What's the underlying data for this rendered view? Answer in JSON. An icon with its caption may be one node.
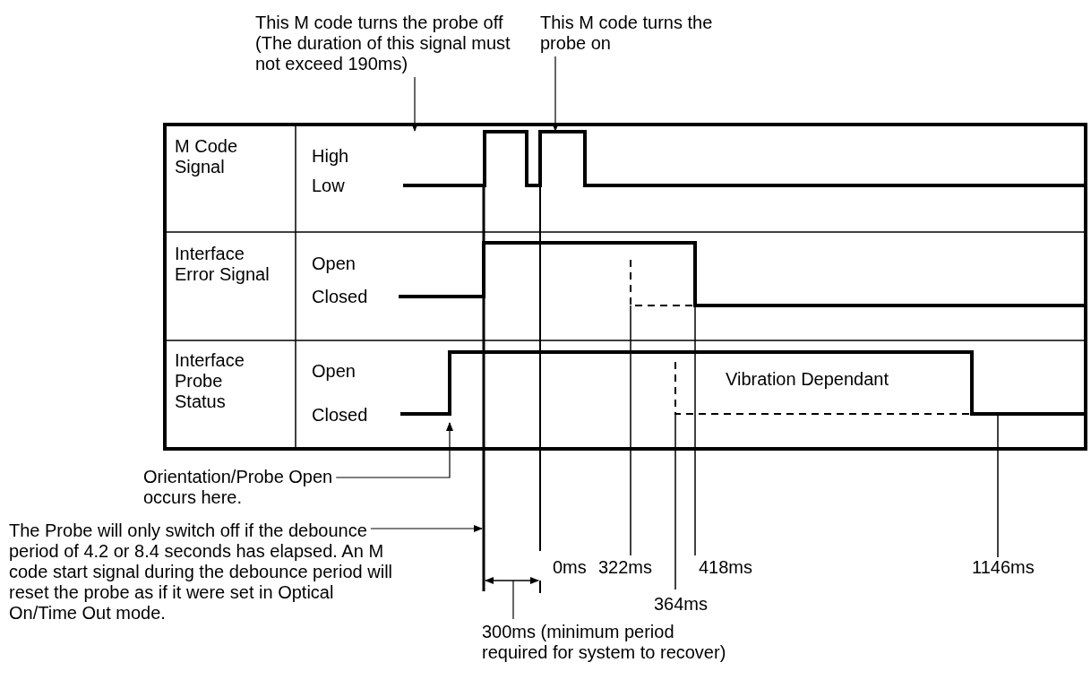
{
  "diagram": {
    "nodes": [
      {
        "text": [
          "This M code turns the probe off (The duration of this signal must not exceed 190ms)"
        ]
      },
      {
        "text": [
          "This M code turns the probe on"
        ]
      },
      {
        "text": [
          "Orientation/Probe Open occurs here."
        ]
      },
      {
        "text": [
          "The Probe will only switch off if the debounce period of 4.2 or 8.4 seconds has elapsed. An M code start signal during the debounce period will reset the probe as if it were set in Optical On/Time Out mode."
        ]
      },
      {
        "text": [
          "300ms (minimum period required for system to recover)"
        ]
      }
    ],
    "edges": [
      {
        "from": 0,
        "to": null,
        "arrow": "to"
      },
      {
        "from": 1,
        "to": null,
        "arrow": "to"
      },
      {
        "from": 2,
        "to": null,
        "arrow": "to"
      },
      {
        "from": 3,
        "to": null,
        "arrow": "to"
      },
      {
        "from": 4,
        "to": null,
        "arrow": "none"
      }
    ],
    "labels": [
      "M Code Signal",
      "High",
      "Low",
      "Interface Error Signal",
      "Open",
      "Closed",
      "Interface Probe Status",
      "Open",
      "Vibration Dependant",
      "Closed",
      "0ms",
      "322ms",
      "418ms",
      "1146ms",
      "364ms"
    ]
  }
}
